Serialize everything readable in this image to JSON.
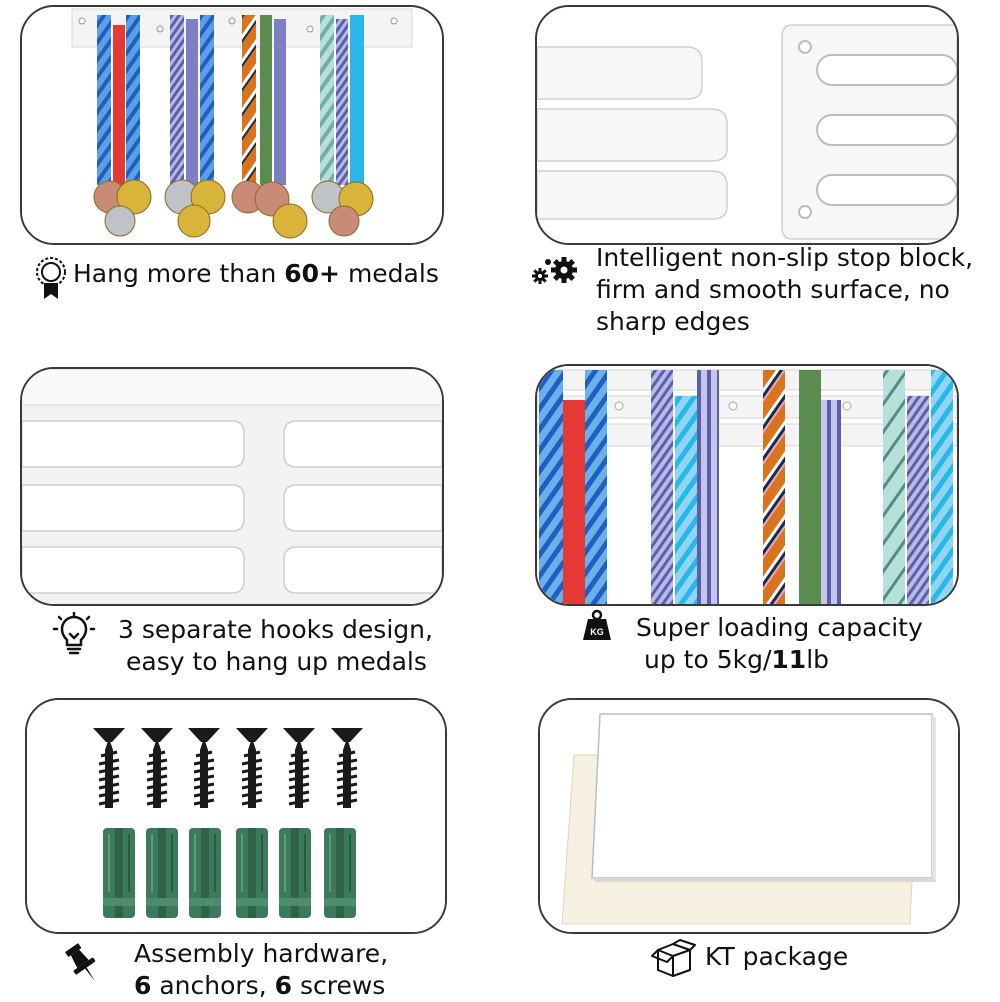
{
  "panels": [
    {
      "id": "medals",
      "caption": {
        "pre": "Hang more than ",
        "bold": "60+",
        "post": " medals"
      },
      "icon": "medal-icon"
    },
    {
      "id": "stop-block",
      "caption_lines": [
        "Intelligent non-slip stop block,",
        "firm and smooth surface, no",
        "sharp edges"
      ],
      "icon": "gears-icon"
    },
    {
      "id": "hooks",
      "caption_lines": [
        "3 separate hooks design,",
        "easy to hang up medals"
      ],
      "icon": "lightbulb-icon"
    },
    {
      "id": "capacity",
      "caption": {
        "line1": "Super loading capacity",
        "pre": "up to 5kg/",
        "bold": "11",
        "post": "lb"
      },
      "icon": "weight-icon",
      "icon_text": "KG"
    },
    {
      "id": "hardware",
      "caption": {
        "line1": "Assembly hardware,",
        "bold1": "6",
        "mid": " anchors, ",
        "bold2": "6",
        "post": " screws"
      },
      "icon": "pushpin-icon"
    },
    {
      "id": "package",
      "caption": {
        "text": "KT package"
      },
      "icon": "box-icon"
    }
  ],
  "colors": {
    "ribbon_blue": "#1f5fbf",
    "ribbon_red": "#e53935",
    "ribbon_cyan": "#29b6e8",
    "ribbon_green": "#5b8c4f",
    "ribbon_orange": "#d9741e",
    "ribbon_teal": "#8ec9c0",
    "ribbon_purple": "#5c5ea8",
    "gold": "#d9b43a",
    "bronze": "#c98b78",
    "silver": "#bfc2c6",
    "anchor_green": "#3c7a5c"
  }
}
